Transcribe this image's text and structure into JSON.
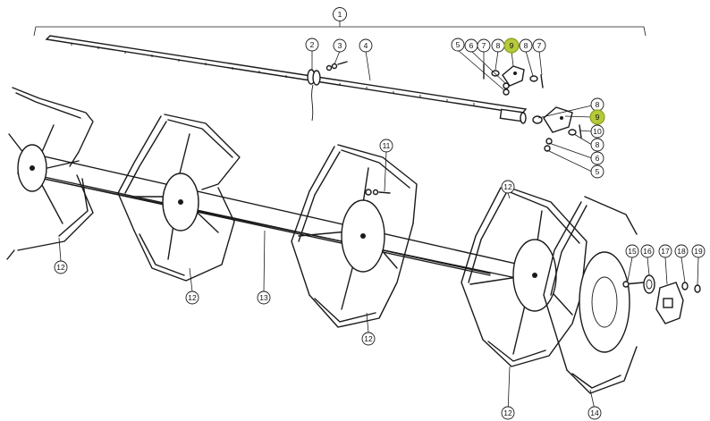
{
  "colors": {
    "line": "#1a1a1a",
    "highlight": "#b5c93a",
    "background": "#ffffff"
  },
  "callouts": [
    {
      "id": "c1",
      "label": "1",
      "highlight": false
    },
    {
      "id": "c2",
      "label": "2",
      "highlight": false
    },
    {
      "id": "c3",
      "label": "3",
      "highlight": false
    },
    {
      "id": "c4",
      "label": "4",
      "highlight": false
    },
    {
      "id": "c5a",
      "label": "5",
      "highlight": false
    },
    {
      "id": "c6a",
      "label": "6",
      "highlight": false
    },
    {
      "id": "c7a",
      "label": "7",
      "highlight": false
    },
    {
      "id": "c8a",
      "label": "8",
      "highlight": false
    },
    {
      "id": "c9a",
      "label": "9",
      "highlight": true
    },
    {
      "id": "c8b",
      "label": "8",
      "highlight": false
    },
    {
      "id": "c7b",
      "label": "7",
      "highlight": false
    },
    {
      "id": "c8c",
      "label": "8",
      "highlight": false
    },
    {
      "id": "c9b",
      "label": "9",
      "highlight": true
    },
    {
      "id": "c10",
      "label": "10",
      "highlight": false
    },
    {
      "id": "c8d",
      "label": "8",
      "highlight": false
    },
    {
      "id": "c6b",
      "label": "6",
      "highlight": false
    },
    {
      "id": "c5b",
      "label": "5",
      "highlight": false
    },
    {
      "id": "c11",
      "label": "11",
      "highlight": false
    },
    {
      "id": "c12a",
      "label": "12",
      "highlight": false
    },
    {
      "id": "c12b",
      "label": "12",
      "highlight": false
    },
    {
      "id": "c12c",
      "label": "12",
      "highlight": false
    },
    {
      "id": "c12d",
      "label": "12",
      "highlight": false
    },
    {
      "id": "c12e",
      "label": "12",
      "highlight": false
    },
    {
      "id": "c13",
      "label": "13",
      "highlight": false
    },
    {
      "id": "c14",
      "label": "14",
      "highlight": false
    },
    {
      "id": "c15",
      "label": "15",
      "highlight": false
    },
    {
      "id": "c16",
      "label": "16",
      "highlight": false
    },
    {
      "id": "c17",
      "label": "17",
      "highlight": false
    },
    {
      "id": "c18",
      "label": "18",
      "highlight": false
    },
    {
      "id": "c19",
      "label": "19",
      "highlight": false
    }
  ]
}
